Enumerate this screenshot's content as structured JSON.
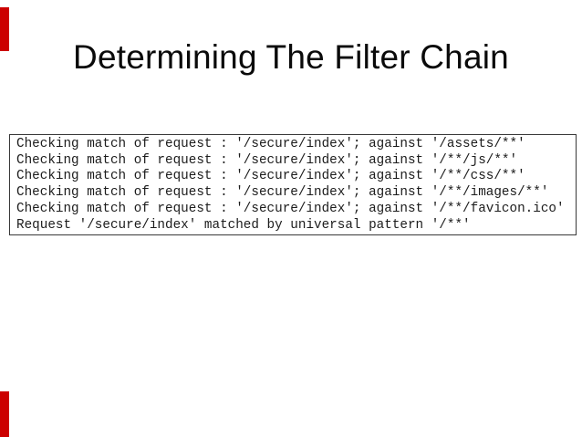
{
  "slide": {
    "title": "Determining The Filter Chain",
    "log_box": {
      "lines": [
        "Checking match of request : '/secure/index'; against '/assets/**'",
        "Checking match of request : '/secure/index'; against '/**/js/**'",
        "Checking match of request : '/secure/index'; against '/**/css/**'",
        "Checking match of request : '/secure/index'; against '/**/images/**'",
        "Checking match of request : '/secure/index'; against '/**/favicon.ico'",
        "Request '/secure/index' matched by universal pattern '/**'"
      ]
    },
    "edge_markers": {
      "color": "#cc0000"
    },
    "colors": {
      "background": "#ffffff",
      "title_text": "#0a0a0a",
      "log_text": "#1c1c1c",
      "box_border": "#383838"
    }
  }
}
